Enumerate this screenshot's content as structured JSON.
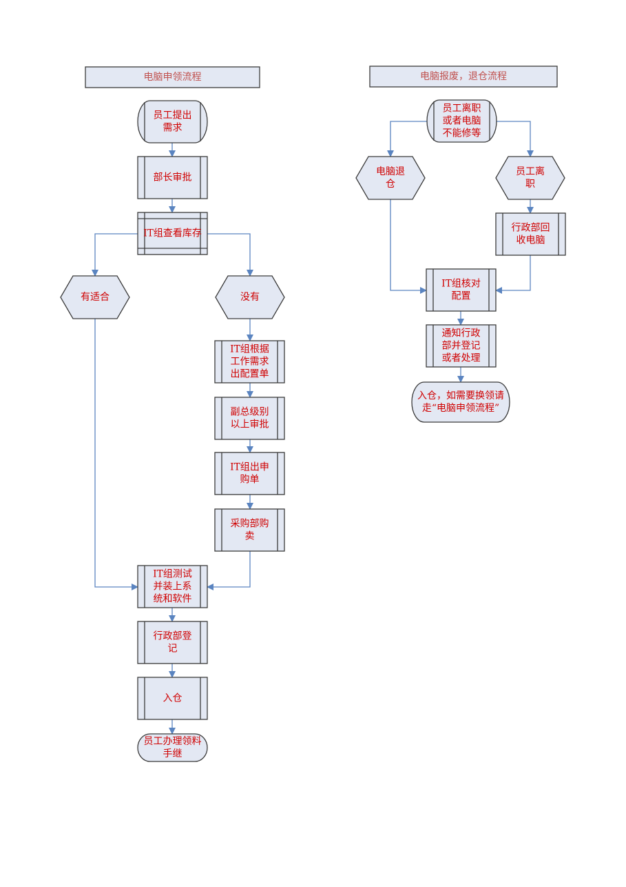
{
  "colors": {
    "fill": "#e3e8f3",
    "stroke": "#3a3a3a",
    "text_red": "#d00000",
    "text_title": "#c0504d",
    "arrow": "#5a84c0"
  },
  "left_flow": {
    "title": "电脑申领流程",
    "nodes": {
      "start": [
        "员工提出",
        "需求"
      ],
      "approve": [
        "部长审批"
      ],
      "check_stock": [
        "IT组查看库存"
      ],
      "suitable": [
        "有适合"
      ],
      "none": [
        "没有"
      ],
      "config_sheet": [
        "IT组根据",
        "工作需求",
        "出配置单"
      ],
      "vp_approve": [
        "副总级别",
        "以上审批"
      ],
      "purchase_req": [
        "IT组出申",
        "购单"
      ],
      "purchase": [
        "采购部购",
        "卖"
      ],
      "test_install": [
        "IT组测试",
        "并装上系",
        "统和软件"
      ],
      "admin_register": [
        "行政部登",
        "记"
      ],
      "warehouse": [
        "入仓"
      ],
      "handover": [
        "员工办理领料",
        "手继"
      ]
    }
  },
  "right_flow": {
    "title": "电脑报废，退仓流程",
    "nodes": {
      "start": [
        "员工离职",
        "或者电脑",
        "不能修等"
      ],
      "return_stock": [
        "电脑退",
        "仓"
      ],
      "resign": [
        "员工离",
        "职"
      ],
      "admin_recover": [
        "行政部回",
        "收电脑"
      ],
      "it_verify": [
        "IT组核对",
        "配置"
      ],
      "notify_admin": [
        "通知行政",
        "部并登记",
        "或者处理"
      ],
      "end": [
        "入仓，如需要换领请",
        "走“电脑申领流程”"
      ]
    }
  }
}
